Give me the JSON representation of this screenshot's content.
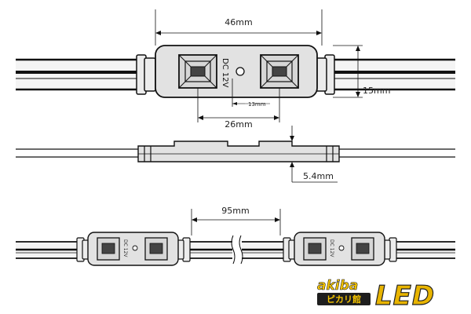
{
  "dimensions": {
    "module_length": "46mm",
    "module_height": "15mm",
    "led_pitch": "26mm",
    "led_gap": "13mm",
    "module_thickness": "5.4mm",
    "module_spacing": "95mm"
  },
  "module_label": "DC 12V",
  "logo": {
    "top_word": "akiba",
    "sub_word": "ピカリ館",
    "main_word": "LED",
    "colors": {
      "akiba": "#f5c400",
      "sub_bg": "#1e1e1e",
      "sub_text": "#f5c400",
      "led_fill": "#e8b400",
      "led_stroke": "#222222"
    }
  }
}
